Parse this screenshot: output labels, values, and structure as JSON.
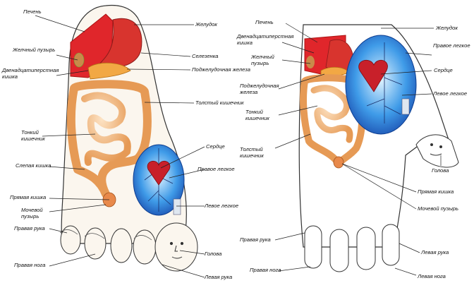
{
  "foot": {
    "labels": {
      "liver": "Печень",
      "gallbladder": "Желчный пузырь",
      "duodenum": "Двенадцатиперстная кишка",
      "small_intestine": "Тонкий кишечник",
      "cecum": "Слепая кишка",
      "rectum": "Прямая кишка",
      "bladder": "Мочевой пузырь",
      "right_arm": "Правая рука",
      "right_leg": "Правая нога",
      "stomach": "Желудок",
      "spleen": "Селезенка",
      "pancreas": "Поджелудочная железа",
      "colon": "Толстый кишечник",
      "heart": "Сердце",
      "right_lung": "Правое легкое",
      "left_lung": "Левое легкое",
      "head": "Голова",
      "left_arm": "Левая рука"
    }
  },
  "hand": {
    "labels": {
      "liver": "Печень",
      "duodenum": "Двенадцатиперстная кишка",
      "gallbladder": "Желчный пузырь",
      "pancreas": "Поджелудочная железа",
      "small_intestine": "Тонкий кишечник",
      "colon": "Толстый кишечник",
      "stomach": "Желудок",
      "right_lung": "Правое легкое",
      "heart": "Сердце",
      "left_lung": "Левое легкое",
      "head": "Голова",
      "rectum": "Прямая кишка",
      "bladder": "Мочевой пузырь",
      "right_arm": "Правая рука",
      "left_arm": "Левая рука",
      "right_leg": "Правая нога",
      "left_leg": "Левая нога"
    }
  }
}
